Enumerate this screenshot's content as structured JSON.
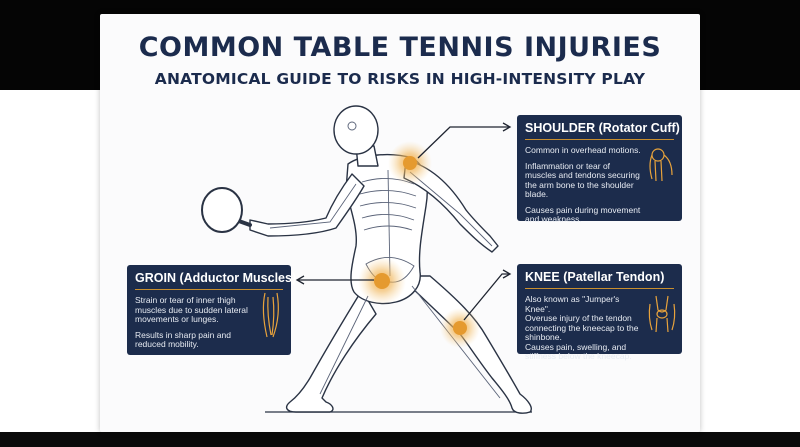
{
  "header": {
    "title": "COMMON TABLE TENNIS INJURIES",
    "subtitle": "ANATOMICAL GUIDE TO RISKS IN HIGH-INTENSITY PLAY"
  },
  "callouts": {
    "shoulder": {
      "title": "SHOULDER (Rotator Cuff)",
      "paragraphs": [
        "Common in overhead motions.",
        "Inflammation or tear of muscles and tendons securing the arm bone to the shoulder blade.",
        "Causes pain during movement and weakness."
      ],
      "icon": "shoulder-joint-icon"
    },
    "groin": {
      "title": "GROIN (Adductor Muscles)",
      "paragraphs": [
        "Strain or tear of inner thigh muscles due to sudden lateral movements or lunges.",
        "Results in sharp pain and reduced mobility."
      ],
      "icon": "thigh-muscle-icon"
    },
    "knee": {
      "title": "KNEE (Patellar Tendon)",
      "lines": [
        "Also known as \"Jumper's Knee\".",
        "Overuse injury of the tendon connecting the kneecap to the shinbone.",
        "Causes pain, swelling, and stiffness below the kneecap."
      ],
      "icon": "knee-joint-icon"
    }
  },
  "colors": {
    "navy": "#1c2c4c",
    "accent": "#e8a33c",
    "outline": "#2a3344"
  }
}
